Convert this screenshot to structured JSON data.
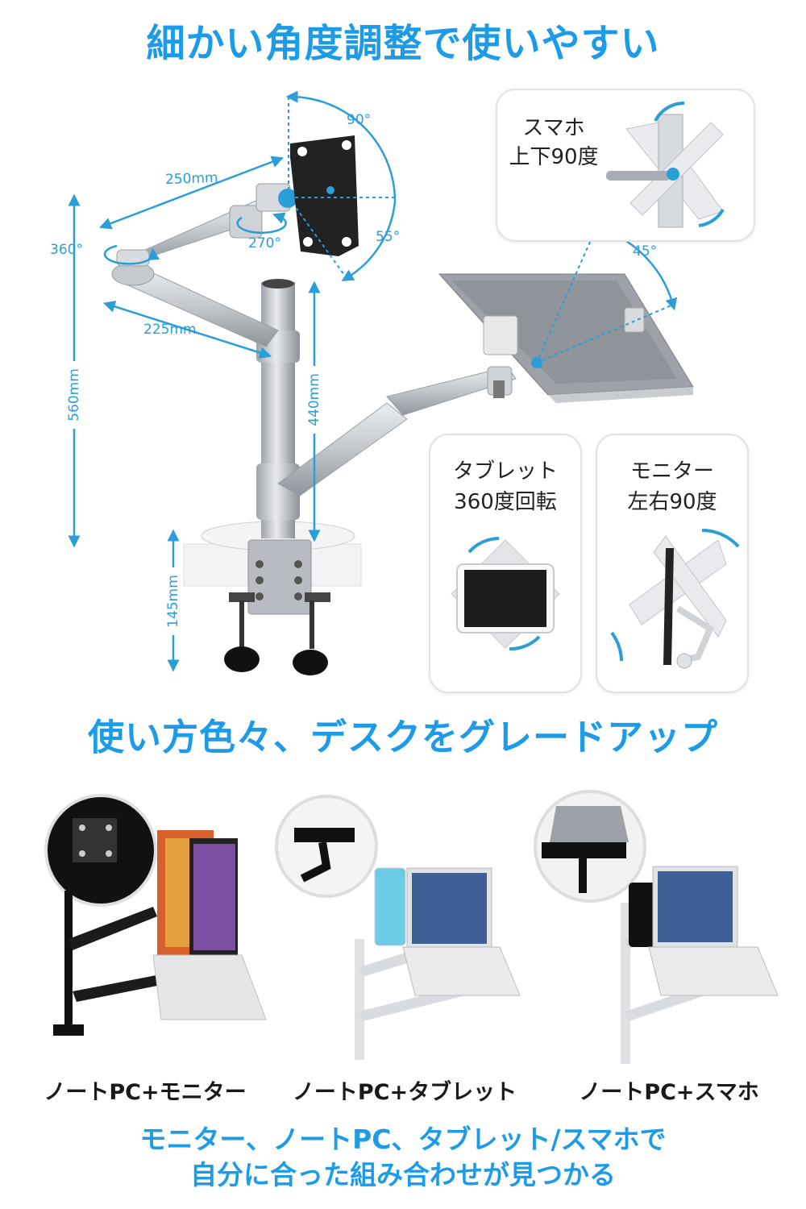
{
  "headline1": "細かい角度調整で使いやすい",
  "dimensions": {
    "arm_upper_length": "250mm",
    "arm_lower_length": "225mm",
    "total_height": "560mm",
    "pole_height": "440mm",
    "clamp_height": "145mm",
    "rotate_360": "360°",
    "rotate_270": "270°",
    "tilt_90": "90°",
    "tilt_55": "55°",
    "tilt_45": "45°"
  },
  "cards": {
    "smartphone": {
      "line1": "スマホ",
      "line2": "上下90度"
    },
    "tablet": {
      "line1": "タブレット",
      "line2": "360度回転"
    },
    "monitor": {
      "line1": "モニター",
      "line2": "左右90度"
    }
  },
  "headline2": "使い方色々、デスクをグレードアップ",
  "usages": [
    {
      "label": "ノートPC+モニター"
    },
    {
      "label": "ノートPC+タブレット"
    },
    {
      "label": "ノートPC+スマホ"
    }
  ],
  "closing": {
    "line1": "モニター、ノートPC、タブレット/スマホで",
    "line2": "自分に合った組み合わせが見つかる"
  },
  "colors": {
    "accent": "#1d9be6",
    "dimension": "#2b9ed8",
    "silver": "#c9ccd1"
  }
}
